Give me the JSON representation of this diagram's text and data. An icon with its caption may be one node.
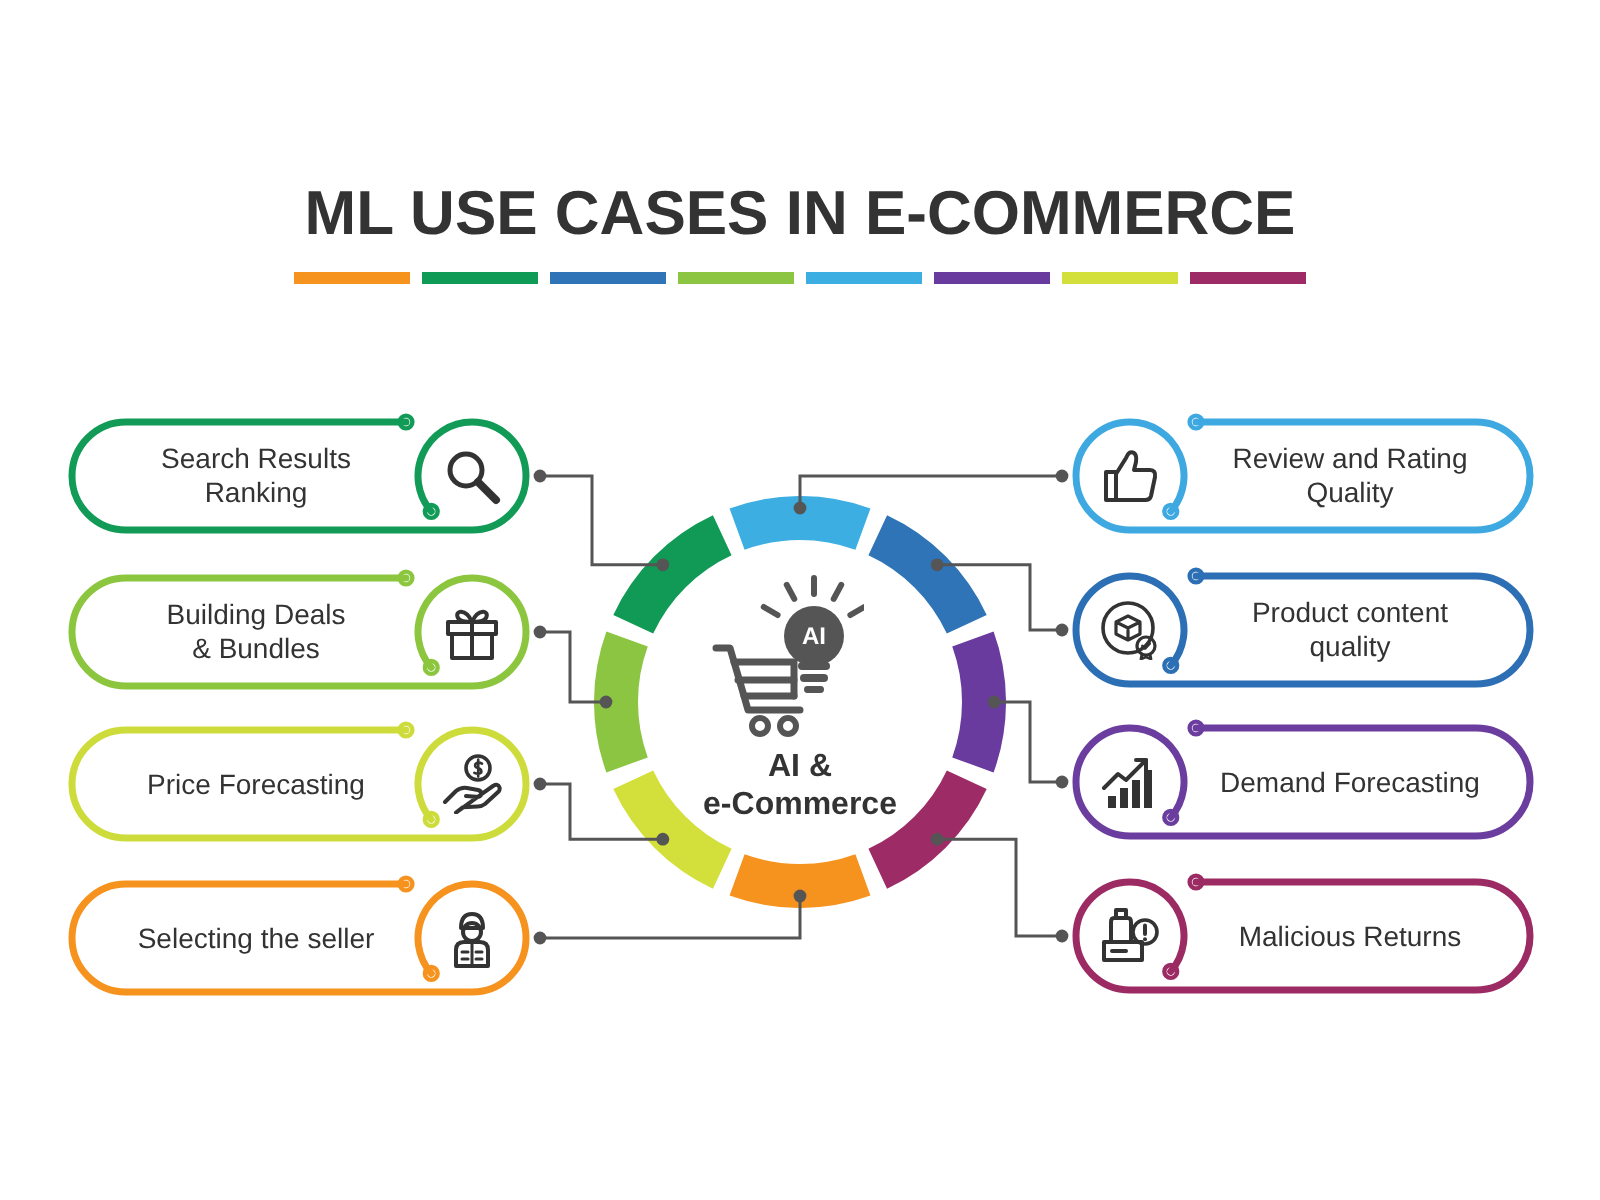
{
  "diagram": {
    "title": "ML USE CASES IN E-COMMERCE",
    "nodes": [
      {
        "text": [
          "Search Results Ranking"
        ]
      },
      {
        "text": [
          "Review and Rating Quality"
        ]
      },
      {
        "text": [
          "Building Deals & Bundles"
        ]
      },
      {
        "text": [
          "Product content quality"
        ]
      },
      {
        "text": [
          "Price Forecasting"
        ]
      },
      {
        "text": [
          "Demand Forecasting"
        ]
      },
      {
        "text": [
          "Selecting the seller"
        ]
      },
      {
        "text": [
          "Malicious Returns"
        ]
      },
      {
        "text": [
          "AI",
          "AI & e-Commerce"
        ]
      },
      {
        "text": [],
        "shape": "arc"
      },
      {
        "text": [],
        "shape": "arc"
      },
      {
        "text": [],
        "shape": "arc"
      },
      {
        "text": [],
        "shape": "arc"
      },
      {
        "text": [],
        "shape": "arc"
      },
      {
        "text": [],
        "shape": "arc"
      },
      {
        "text": [],
        "shape": "arc"
      },
      {
        "text": [],
        "shape": "arc"
      }
    ],
    "edges": [
      {
        "from": 0,
        "to": 16,
        "arrow": "other"
      },
      {
        "from": 1,
        "to": 9,
        "arrow": "other"
      },
      {
        "from": 2,
        "to": 15,
        "arrow": "other"
      },
      {
        "from": 3,
        "to": 10,
        "arrow": "other"
      },
      {
        "from": 4,
        "to": 14,
        "arrow": "other"
      },
      {
        "from": 5,
        "to": 11,
        "arrow": "other"
      },
      {
        "from": 6,
        "to": 13,
        "arrow": "other"
      },
      {
        "from": 7,
        "to": 12,
        "arrow": "other"
      }
    ]
  }
}
